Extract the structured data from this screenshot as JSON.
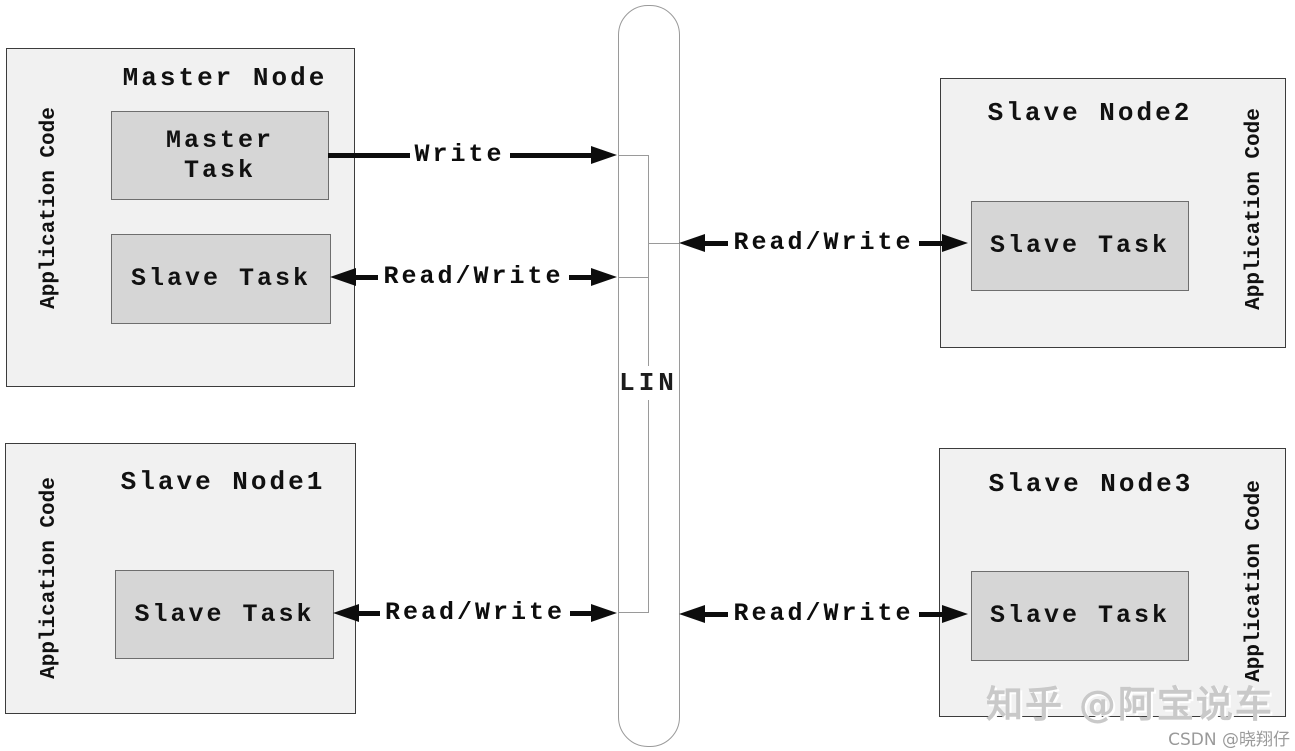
{
  "diagram": {
    "bus": {
      "label": "LIN"
    },
    "nodes": {
      "master": {
        "title": "Master Node",
        "side_label": "Application Code",
        "master_task": {
          "line1": "Master",
          "line2": "Task"
        },
        "slave_task": "Slave Task"
      },
      "slave1": {
        "title": "Slave Node1",
        "side_label": "Application Code",
        "task": "Slave Task"
      },
      "slave2": {
        "title": "Slave Node2",
        "side_label": "Application Code",
        "task": "Slave Task"
      },
      "slave3": {
        "title": "Slave Node3",
        "side_label": "Application Code",
        "task": "Slave Task"
      }
    },
    "arrows": {
      "write": "Write",
      "master_slave_rw": "Read/Write",
      "slave2_rw": "Read/Write",
      "slave1_rw": "Read/Write",
      "slave3_rw": "Read/Write"
    }
  },
  "watermarks": {
    "zhihu": "知乎 @阿宝说车",
    "csdn": "CSDN @晓翔仔"
  },
  "colors": {
    "node_fill": "#f1f1f1",
    "node_border": "#3c3c3c",
    "task_fill": "#d6d6d6",
    "task_border": "#6e6e6e",
    "bus_border": "#9a9a9a",
    "arrow": "#0d0d0d",
    "watermark_zhihu": "#c9c9c9",
    "watermark_csdn": "#9a9a9a"
  }
}
